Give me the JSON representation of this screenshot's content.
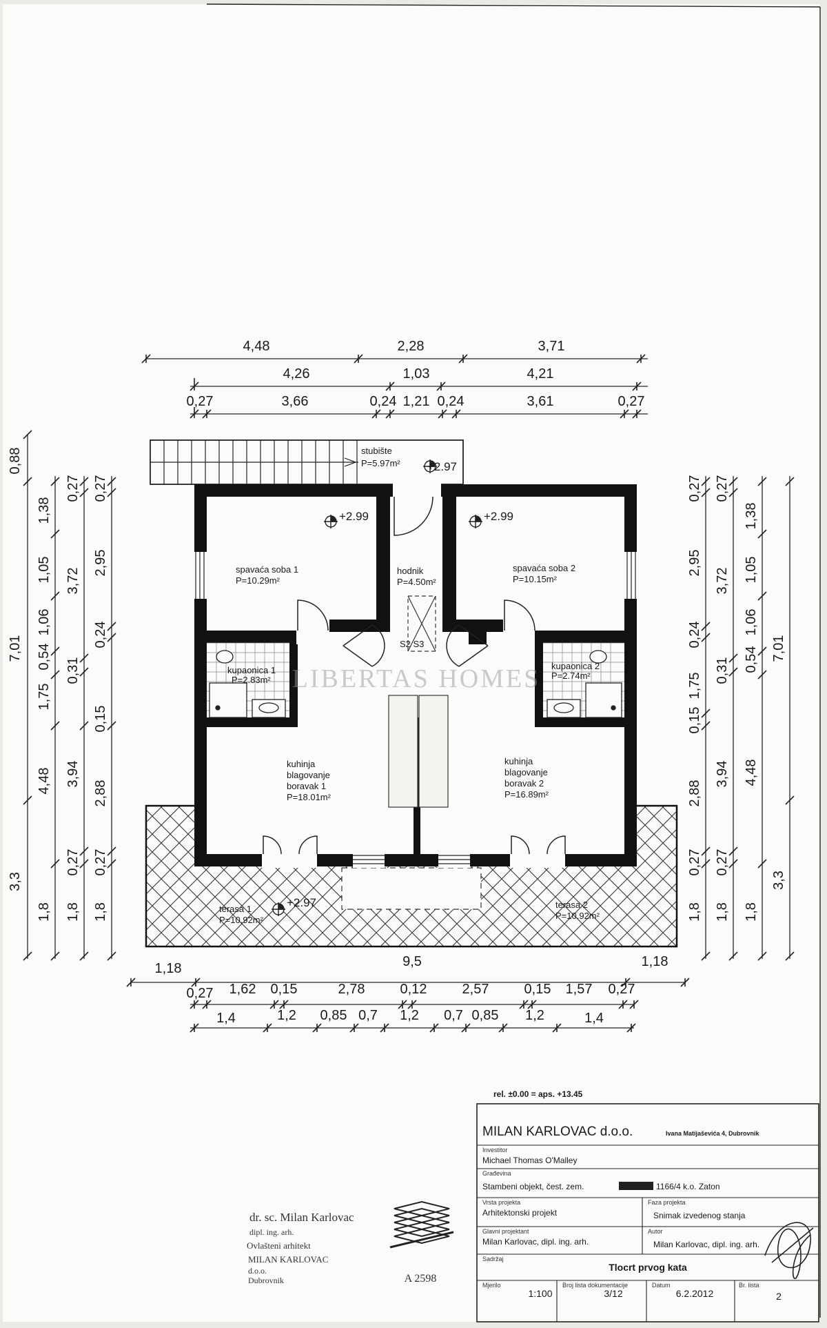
{
  "plan": {
    "top_dims": {
      "row1": [
        "4,48",
        "2,28",
        "3,71"
      ],
      "row2": [
        "4,26",
        "1,03",
        "4,21"
      ],
      "row3": [
        "0,27",
        "3,66",
        "0,24",
        "1,21",
        "0,24",
        "3,61",
        "0,27"
      ]
    },
    "left_dims": {
      "outer": [
        "0,88",
        "7,01",
        "3,3"
      ],
      "col2": [
        "1,38",
        "1,05",
        "1,06",
        "0,54",
        "1,75",
        "4,48",
        "1,8"
      ],
      "col3": [
        "0,27",
        "3,72",
        "0,31",
        "0,15",
        "3,94",
        "0,27",
        "1,8"
      ],
      "col4": [
        "0,27",
        "2,95",
        "0,24",
        "2,88",
        "0,27",
        "1,8"
      ]
    },
    "right_dims": {
      "outer": [
        "7,01",
        "3,3"
      ],
      "col2": [
        "1,38",
        "1,05",
        "1,06",
        "0,54",
        "4,48",
        "1,8"
      ],
      "col3": [
        "0,27",
        "3,72",
        "0,31",
        "3,94",
        "0,27",
        "1,8"
      ],
      "col4": [
        "0,27",
        "2,95",
        "0,24",
        "1,75",
        "0,15",
        "2,88",
        "0,27",
        "1,8"
      ]
    },
    "bottom_dims": {
      "row1": [
        "1,18",
        "9,5",
        "1,18"
      ],
      "row2": [
        "0,27",
        "1,62",
        "0,15",
        "2,78",
        "0,12",
        "2,57",
        "0,15",
        "1,57",
        "0,27"
      ],
      "row3": [
        "1,4",
        "1,2",
        "0,85",
        "0,7",
        "1,2",
        "0,7",
        "0,85",
        "1,2",
        "1,4"
      ]
    },
    "rooms": {
      "stair_name": "stubište",
      "stair_area": "P=5.97m²",
      "stair_level": "+2.97",
      "bed1_name": "spavaća soba 1",
      "bed1_area": "P=10.29m²",
      "bed1_level": "+2.99",
      "hall_name": "hodnik",
      "hall_area": "P=4.50m²",
      "bed2_name": "spavaća soba 2",
      "bed2_area": "P=10.15m²",
      "bed2_level": "+2.99",
      "stair_sym": "S2 S3",
      "bath1_name": "kupaonica 1",
      "bath1_area": "P=2.83m²",
      "bath2_name": "kupaonica 2",
      "bath2_area": "P=2.74m²",
      "living1_l1": "kuhinja",
      "living1_l2": "blagovanje",
      "living1_l3": "boravak 1",
      "living1_area": "P=18.01m²",
      "living2_l1": "kuhinja",
      "living2_l2": "blagovanje",
      "living2_l3": "boravak 2",
      "living2_area": "P=16.89m²",
      "terrace1_name": "terasa 1",
      "terrace1_area": "P=10.92m²",
      "terrace1_level": "+2.97",
      "terrace2_name": "terasa 2",
      "terrace2_area": "P=10.92m²"
    },
    "watermark": "LIBERTAS HOMES",
    "rel_note": "rel. ±0.00 = aps. +13.45"
  },
  "title_block": {
    "firm": "MILAN KARLOVAC d.o.o.",
    "firm_address": "Ivana Matijaševića 4, Dubrovnik",
    "investor_label": "Investitor",
    "investor": "Michael Thomas O'Malley",
    "building_label": "Građevina",
    "building_a": "Stambeni objekt, čest. zem.",
    "building_b": "1166/4 k.o. Zaton",
    "project_type_label": "Vrsta projekta",
    "project_type": "Arhitektonski projekt",
    "phase_label": "Faza projekta",
    "phase": "Snimak izvedenog stanja",
    "chief_label": "Glavni projektant",
    "chief": "Milan Karlovac, dipl. ing. arh.",
    "author_label": "Autor",
    "author": "Milan Karlovac, dipl. ing. arh.",
    "sheet_label": "Sadržaj",
    "sheet_title": "Tlocrt prvog kata",
    "scale_label": "Mjerilo",
    "scale": "1:100",
    "docno_label": "Broj lista dokumentacije",
    "docno": "3/12",
    "date_label": "Datum",
    "date": "6.2.2012",
    "page_label": "Br. lista",
    "page": "2"
  },
  "stamp": {
    "line1": "dr. sc. Milan Karlovac",
    "line2": "dipl. ing. arh.",
    "line3": "Ovlašteni arhitekt",
    "line4": "MILAN KARLOVAC",
    "line5": "d.o.o.",
    "line6": "Dubrovnik",
    "number": "A 2598"
  },
  "colors": {
    "paper": "#fbfbf9",
    "ink": "#1a1a1a",
    "wall": "#111111"
  }
}
